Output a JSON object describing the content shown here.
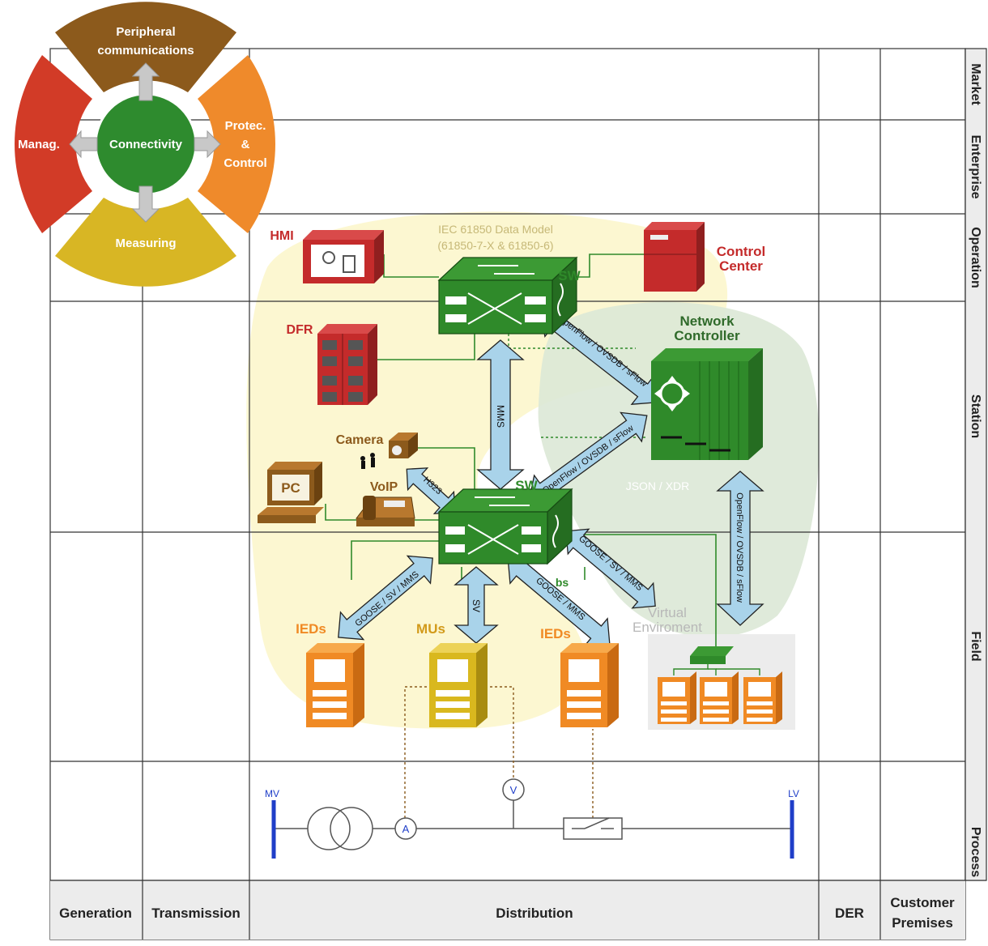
{
  "zones": [
    "Market",
    "Enterprise",
    "Operation",
    "Station",
    "Field",
    "Process"
  ],
  "domains": {
    "generation": "Generation",
    "transmission": "Transmission",
    "distribution": "Distribution",
    "der": "DER",
    "customer_premises": [
      "Customer",
      "Premises"
    ]
  },
  "wheel": {
    "top": [
      "Peripheral",
      "communications"
    ],
    "left": "Manag.",
    "right": [
      "Protec.",
      "&",
      "Control"
    ],
    "bottom": "Measuring",
    "center": "Connectivity"
  },
  "data_model": [
    "IEC 61850 Data Model",
    "(61850-7-X & 61850-6)"
  ],
  "devices": {
    "hmi": "HMI",
    "control_center": [
      "Control",
      "Center"
    ],
    "dfr": "DFR",
    "network_controller": [
      "Network",
      "Controller"
    ],
    "camera": "Camera",
    "voip": "VoIP",
    "pc": "PC",
    "sw": "SW",
    "ieds": "IEDs",
    "mus": "MUs",
    "virtual_environment": [
      "Virtual",
      "Enviroment"
    ],
    "json_xdr": "JSON / XDR"
  },
  "links": {
    "openflow": "OpenFlow / OVSDB / sFlow",
    "mms": "MMS",
    "h323": "H323",
    "goose_sv_mms": "GOOSE / SV / MMS",
    "goose_mms": "GOOSE / MMS",
    "sv": "SV",
    "bs": "bs"
  },
  "process": {
    "mv": "MV",
    "lv": "LV",
    "ammeter": "A",
    "voltmeter": "V"
  },
  "colors": {
    "switch_green": "#2f8a2a",
    "device_red": "#c42b2b",
    "ied_orange": "#f08a24",
    "mu_yellow": "#d9b81e",
    "arrow_blue": "#a9d3ea",
    "bus_blue": "#1f3ec8",
    "wheel_brown": "#8c5a1c",
    "wheel_red": "#d23b27",
    "wheel_orange": "#ef8a2b",
    "wheel_yellow": "#d8b624",
    "wheel_green": "#2e8b2e"
  }
}
